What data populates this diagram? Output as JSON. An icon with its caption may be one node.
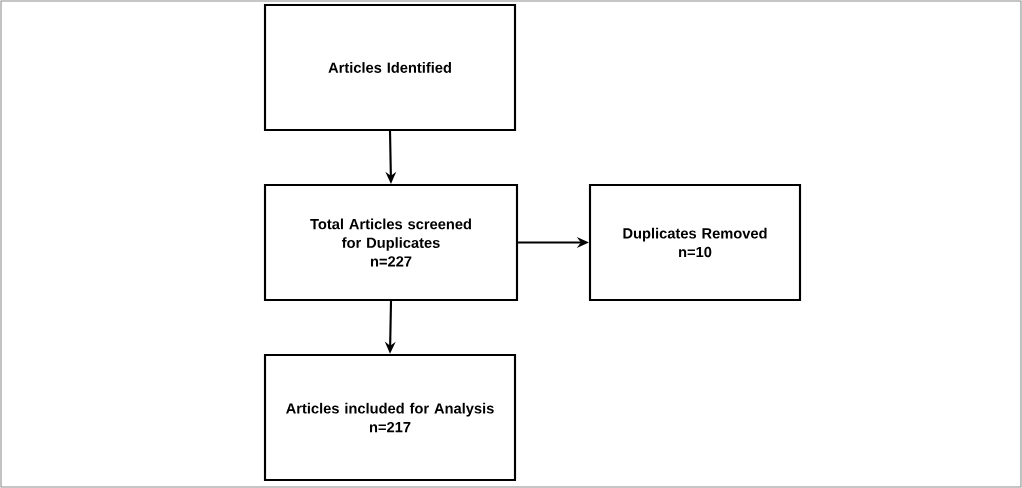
{
  "diagram": {
    "nodes": [
      {
        "text": [
          "Articles Identified"
        ]
      },
      {
        "text": [
          "Total Articles screened for Duplicates",
          "n=227"
        ]
      },
      {
        "text": [
          "Duplicates Removed",
          "n=10"
        ]
      },
      {
        "text": [
          "Articles included for Analysis",
          "n=217"
        ]
      }
    ],
    "edges": [
      {
        "from": 0,
        "to": 1,
        "arrow": "to"
      },
      {
        "from": 1,
        "to": 2,
        "arrow": "to"
      },
      {
        "from": 1,
        "to": 3,
        "arrow": "to"
      }
    ]
  }
}
